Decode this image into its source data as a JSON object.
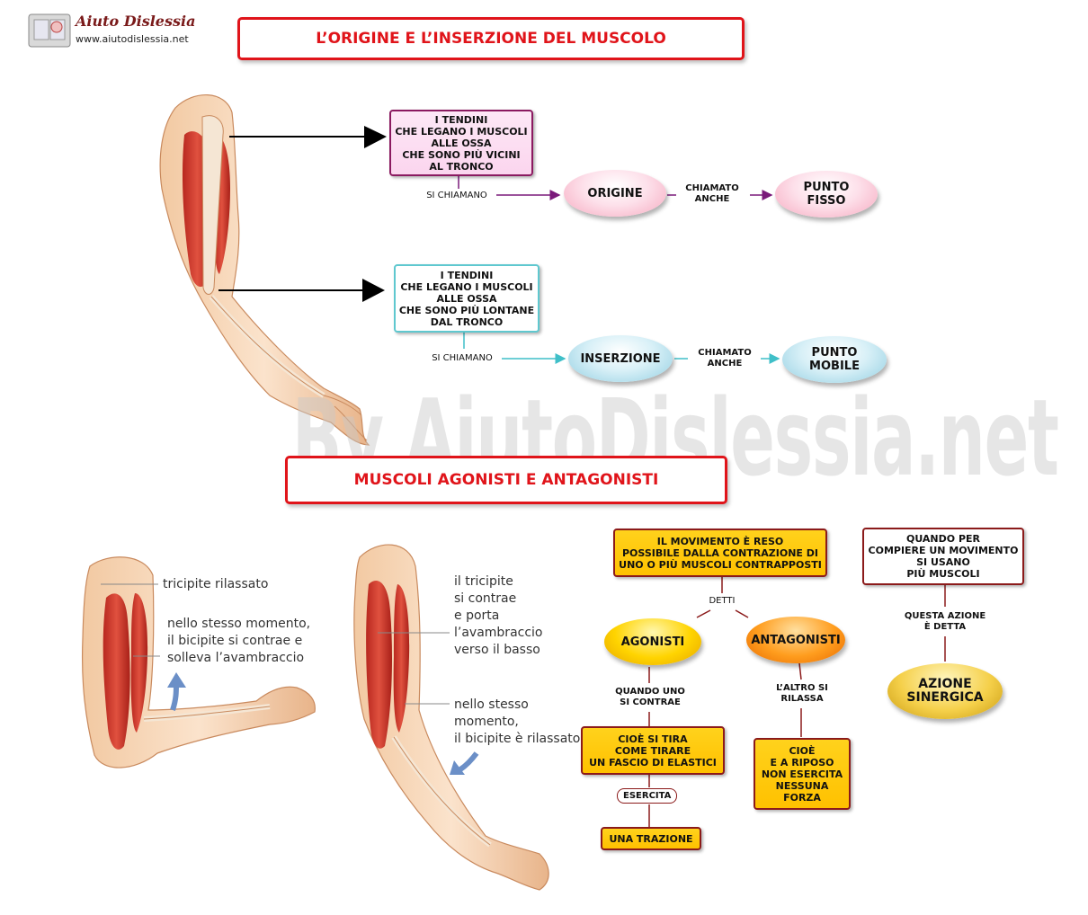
{
  "logo": {
    "name": "Aiuto Dislessia",
    "url": "www.aiutodislessia.net"
  },
  "titles": {
    "origine": "L’ORIGINE E L’INSERZIONE DEL MUSCOLO",
    "agonisti": "MUSCOLI AGONISTI E ANTAGONISTI"
  },
  "watermark": "By AiutoDislessia.net",
  "origine_section": {
    "box_text": "I  TENDINI\nCHE LEGANO I MUSCOLI\nALLE OSSA\nCHE SONO PIÙ VICINI\nAL TRONCO",
    "link": "SI CHIAMANO",
    "node": "ORIGINE",
    "link2": "CHIAMATO\nANCHE",
    "result": "PUNTO\nFISSO"
  },
  "inserzione_section": {
    "box_text": "I  TENDINI\nCHE LEGANO I MUSCOLI\nALLE OSSA\nCHE SONO PIÙ LONTANE\nDAL TRONCO",
    "link": "SI CHIAMANO",
    "node": "INSERZIONE",
    "link2": "CHIAMATO\nANCHE",
    "result": "PUNTO\nMOBILE"
  },
  "anatomy_labels": {
    "tricipite_rilassato": "tricipite rilassato",
    "bicipite_contrae": "nello stesso momento,\nil bicipite si contrae e\nsolleva l’avambraccio",
    "tricipite_contrae": "il tricipite\nsi contrae\ne porta\nl’avambraccio\nverso il basso",
    "bicipite_rilassato": "nello stesso\nmomento,\nil bicipite è rilassato"
  },
  "agonisti_map": {
    "main": "IL MOVIMENTO È RESO\nPOSSIBILE DALLA CONTRAZIONE DI\nUNO O PIÙ MUSCOLI CONTRAPPOSTI",
    "detti": "DETTI",
    "agonisti": "AGONISTI",
    "antagonisti": "ANTAGONISTI",
    "quando_uno": "QUANDO UNO\nSI CONTRAE",
    "cioe_tira": "CIOÈ SI TIRA\nCOME TIRARE\nUN FASCIO DI ELASTICI",
    "esercita": "ESERCITA",
    "trazione": "UNA TRAZIONE",
    "altro_rilassa": "L’ALTRO SI\nRILASSA",
    "cioe_riposo": "CIOÈ\nE A RIPOSO\nNON ESERCITA\nNESSUNA\nFORZA"
  },
  "sinergica_map": {
    "main": "QUANDO PER\nCOMPIERE UN MOVIMENTO\nSI USANO\nPIÙ MUSCOLI",
    "link": "QUESTA AZIONE\nÈ DETTA",
    "result": "AZIONE\nSINERGICA"
  },
  "colors": {
    "title_red": "#e0141a",
    "pink_border": "#8b1a60",
    "cyan": "#5fc8cf",
    "yellow": "#ffc800",
    "dark_red": "#8b1a1a",
    "purple_arrow": "#7a1a7a"
  }
}
